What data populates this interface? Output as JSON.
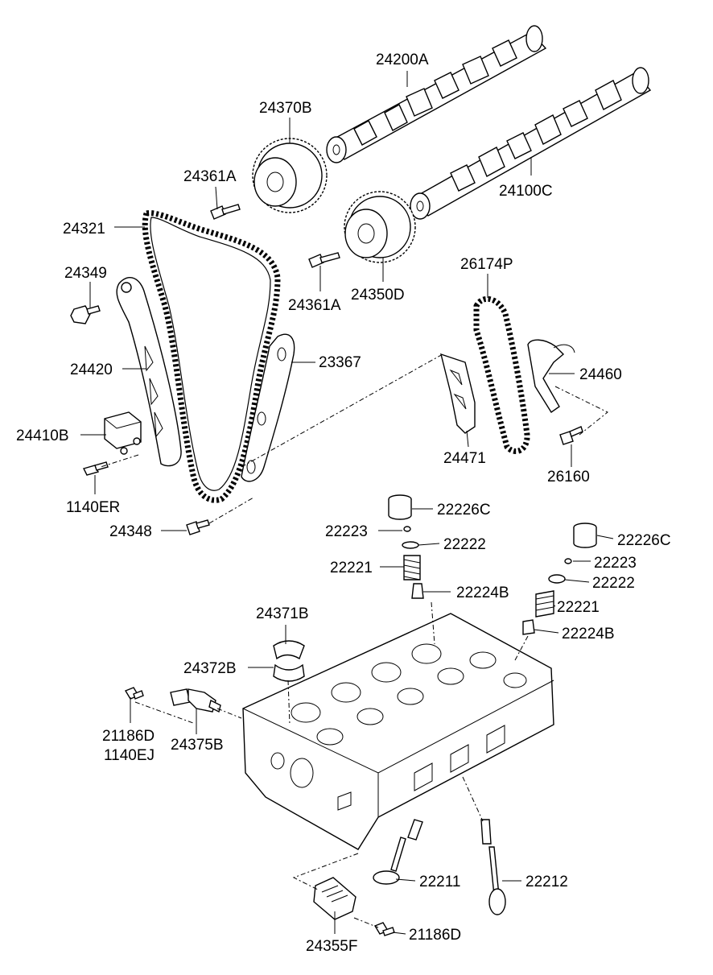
{
  "parts": [
    {
      "id": "24200A"
    },
    {
      "id": "24370B"
    },
    {
      "id": "24361A"
    },
    {
      "id": "24321"
    },
    {
      "id": "24100C"
    },
    {
      "id": "24349"
    },
    {
      "id": "24361A"
    },
    {
      "id": "24350D"
    },
    {
      "id": "26174P"
    },
    {
      "id": "24420"
    },
    {
      "id": "23367"
    },
    {
      "id": "24460"
    },
    {
      "id": "24410B"
    },
    {
      "id": "24471"
    },
    {
      "id": "26160"
    },
    {
      "id": "1140ER"
    },
    {
      "id": "22226C"
    },
    {
      "id": "24348"
    },
    {
      "id": "22223"
    },
    {
      "id": "22222"
    },
    {
      "id": "22226C"
    },
    {
      "id": "22221"
    },
    {
      "id": "22223"
    },
    {
      "id": "22224B"
    },
    {
      "id": "22222"
    },
    {
      "id": "22221"
    },
    {
      "id": "24371B"
    },
    {
      "id": "22224B"
    },
    {
      "id": "24372B"
    },
    {
      "id": "21186D"
    },
    {
      "id": "1140EJ"
    },
    {
      "id": "24375B"
    },
    {
      "id": "22211"
    },
    {
      "id": "22212"
    },
    {
      "id": "21186D"
    },
    {
      "id": "24355F"
    }
  ]
}
